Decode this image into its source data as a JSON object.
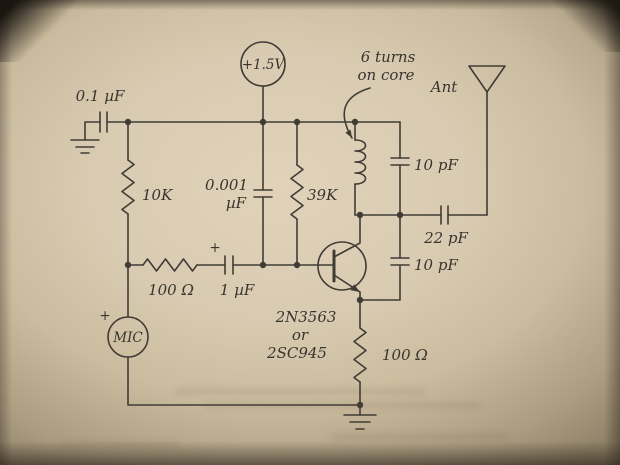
{
  "schematic": {
    "power": {
      "battery": "+1.5V"
    },
    "input": {
      "cap_decoupling": "0.1 µF",
      "r_supply": "10K",
      "r_series": "100 Ω",
      "cap_coupling": "1 µF",
      "cap_coupling_polarity": "+",
      "mic_polarity": "+",
      "mic": "MIC"
    },
    "oscillator": {
      "cap_bypass_value": "0.001",
      "cap_bypass_unit": "µF",
      "r_bias": "39K",
      "cap_tank": "10 pF",
      "cap_feedback": "10 pF",
      "r_emitter": "100 Ω"
    },
    "coil": {
      "note1": "6 turns",
      "note2": "on core"
    },
    "antenna": {
      "label": "Ant",
      "cap_coupling": "22 pF"
    },
    "transistor": {
      "line1": "2N3563",
      "line2": "or",
      "line3": "2SC945"
    }
  },
  "colors": {
    "ink": "#3e3a33",
    "paper": "#d9cbb1"
  }
}
